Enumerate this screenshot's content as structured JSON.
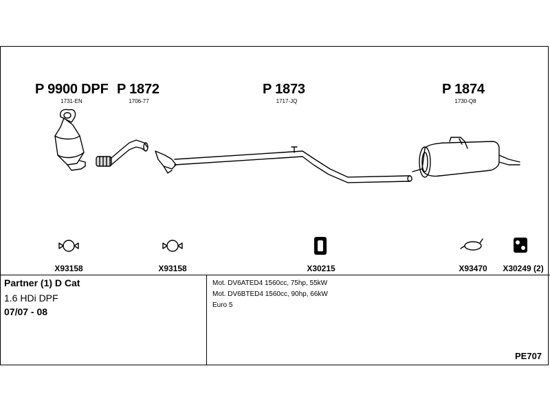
{
  "parts": [
    {
      "number": "P 9900 DPF",
      "ref": "1731-EN"
    },
    {
      "number": "P 1872",
      "ref": "1706-77"
    },
    {
      "number": "P 1873",
      "ref": "1717-JQ"
    },
    {
      "number": "P 1874",
      "ref": "1730-Q8"
    }
  ],
  "accessories": [
    {
      "code": "X93158",
      "icon": "clamp-icon"
    },
    {
      "code": "X93158",
      "icon": "clamp-icon"
    },
    {
      "code": "X30215",
      "icon": "rubber-mount-icon"
    },
    {
      "code": "X93470",
      "icon": "band-clamp-icon"
    },
    {
      "code": "X30249 (2)",
      "icon": "hanger-block-icon"
    }
  ],
  "vehicle": {
    "name": "Partner (1) D Cat",
    "engine": "1.6 HDi DPF",
    "years": "07/07 - 08"
  },
  "specs": [
    "Mot. DV6ATED4 1560cc, 75hp, 55kW",
    "Mot. DV6BTED4 1560cc, 90hp, 66kW",
    "Euro 5"
  ],
  "diagram_code": "PE707"
}
